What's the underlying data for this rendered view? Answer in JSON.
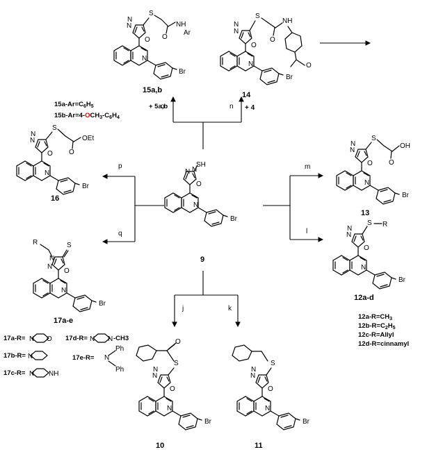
{
  "colors": {
    "sulfur_atom": "#c8b400",
    "oxygen_atom": "#e00000",
    "bonds": "#000000"
  },
  "compounds": {
    "c9": "9",
    "c15": "15a,b",
    "c14": "14",
    "c16": "16",
    "c13": "13",
    "c12": "12a-d",
    "c17": "17a-e",
    "c10": "10",
    "c11": "11"
  },
  "reagents": {
    "o": "o",
    "n": "n",
    "p": "p",
    "q": "q",
    "m": "m",
    "l": "l",
    "j": "j",
    "k": "k",
    "n_extra": "+ 4",
    "o_extra": "+ 5a,b"
  },
  "atoms": {
    "N": "N",
    "O": "O",
    "S": "S",
    "SH": "SH",
    "Br": "Br",
    "NH": "NH",
    "Ar": "Ar",
    "OEt": "OEt",
    "OH": "OH",
    "R": "R",
    "Ph": "Ph"
  },
  "notes_15": [
    "15a-Ar=C6H5",
    "15b-Ar=4-OCH3-C6H4"
  ],
  "notes_12": [
    "12a-R=CH3",
    "12b-R=C2H5",
    "12c-R=Allyl",
    "12d-R=cinnamyl"
  ],
  "notes_17": {
    "a": "17a-R=",
    "b": "17b-R=",
    "c": "17c-R=",
    "d": "17d-R=",
    "e": "17e-R=",
    "d_sub": "-CH3",
    "a_ring_o": "O",
    "c_ring_nh": "NH"
  }
}
